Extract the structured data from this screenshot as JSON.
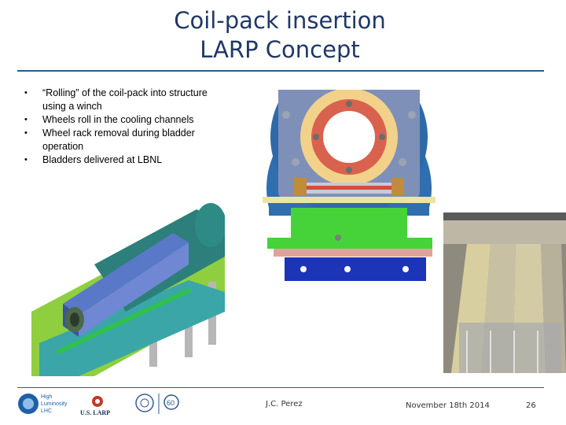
{
  "slide": {
    "title_line1": "Coil-pack insertion",
    "title_line2": "LARP Concept"
  },
  "bullets": [
    "“Rolling” of the coil-pack into structure using a winch",
    "Wheels roll in the cooling channels",
    "Wheel rack removal during bladder operation",
    "Bladders delivered at LBNL"
  ],
  "bullet_symbol": "•",
  "footer": {
    "author": "J.C. Perez",
    "date": "November 18th 2014",
    "page_number": "26"
  },
  "logos": {
    "hilumi_lines": [
      "High",
      "Luminosity",
      "LHC"
    ],
    "uslarp": "U.S. LARP"
  },
  "colors": {
    "title": "#1f3864",
    "rule": "#2e5a8c"
  }
}
